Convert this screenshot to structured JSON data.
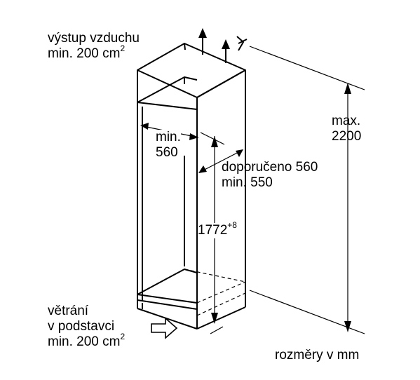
{
  "labels": {
    "air_outlet_line1": "výstup vzduchu",
    "air_outlet_line2": "min. 200 cm",
    "air_outlet_sup": "2",
    "height_max_line1": "max.",
    "height_max_line2": "2200",
    "width_min_line1": "min.",
    "width_min_line2": "560",
    "depth_line1": "doporučeno 560",
    "depth_line2": "min. 550",
    "niche_height": "1772",
    "niche_height_sup": "+8",
    "base_vent_line1": "větrání",
    "base_vent_line2": "v podstavci",
    "base_vent_line3": "min. 200 cm",
    "base_vent_sup": "2",
    "units_note": "rozměry v mm"
  },
  "colors": {
    "line": "#000000",
    "background": "#ffffff",
    "vent_arrow_fill": "#ffffff"
  }
}
